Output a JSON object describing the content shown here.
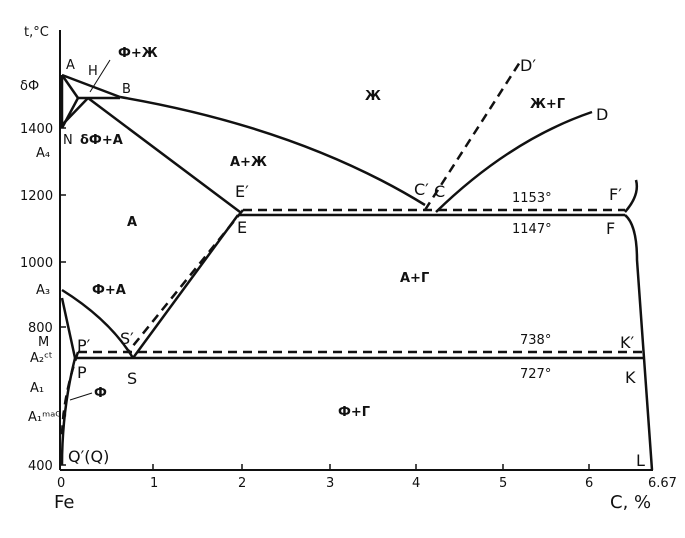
{
  "diagram": {
    "axes": {
      "y_title": "t,°C",
      "x_left_label": "Fe",
      "x_right_label": "C, %",
      "x_ticks": [
        "0",
        "1",
        "2",
        "3",
        "4",
        "5",
        "6",
        "6.67"
      ],
      "y_ticks": [
        "400",
        "800",
        "1000",
        "1200",
        "1400"
      ]
    },
    "temperature_labels": {
      "t1153": "1153°",
      "t1147": "1147°",
      "t738": "738°",
      "t727": "727°"
    },
    "critical_points": {
      "left_axis": [
        "δФ",
        "A₄",
        "A₃",
        "M",
        "A₂ᶜᵗ",
        "A₁",
        "A₁ᵐᵃᴳⁿ"
      ]
    },
    "points": [
      "A",
      "H",
      "B",
      "N",
      "E′",
      "E",
      "C′",
      "C",
      "D′",
      "D",
      "F′",
      "F",
      "S′",
      "S",
      "P′",
      "P",
      "K′",
      "K",
      "Q′(Q)",
      "L"
    ],
    "regions": [
      "Ж",
      "Ж+Г",
      "Ф+Ж",
      "δФ+A",
      "A+Ж",
      "A",
      "A+Г",
      "Ф+A",
      "Ф",
      "Ф+Г"
    ]
  }
}
